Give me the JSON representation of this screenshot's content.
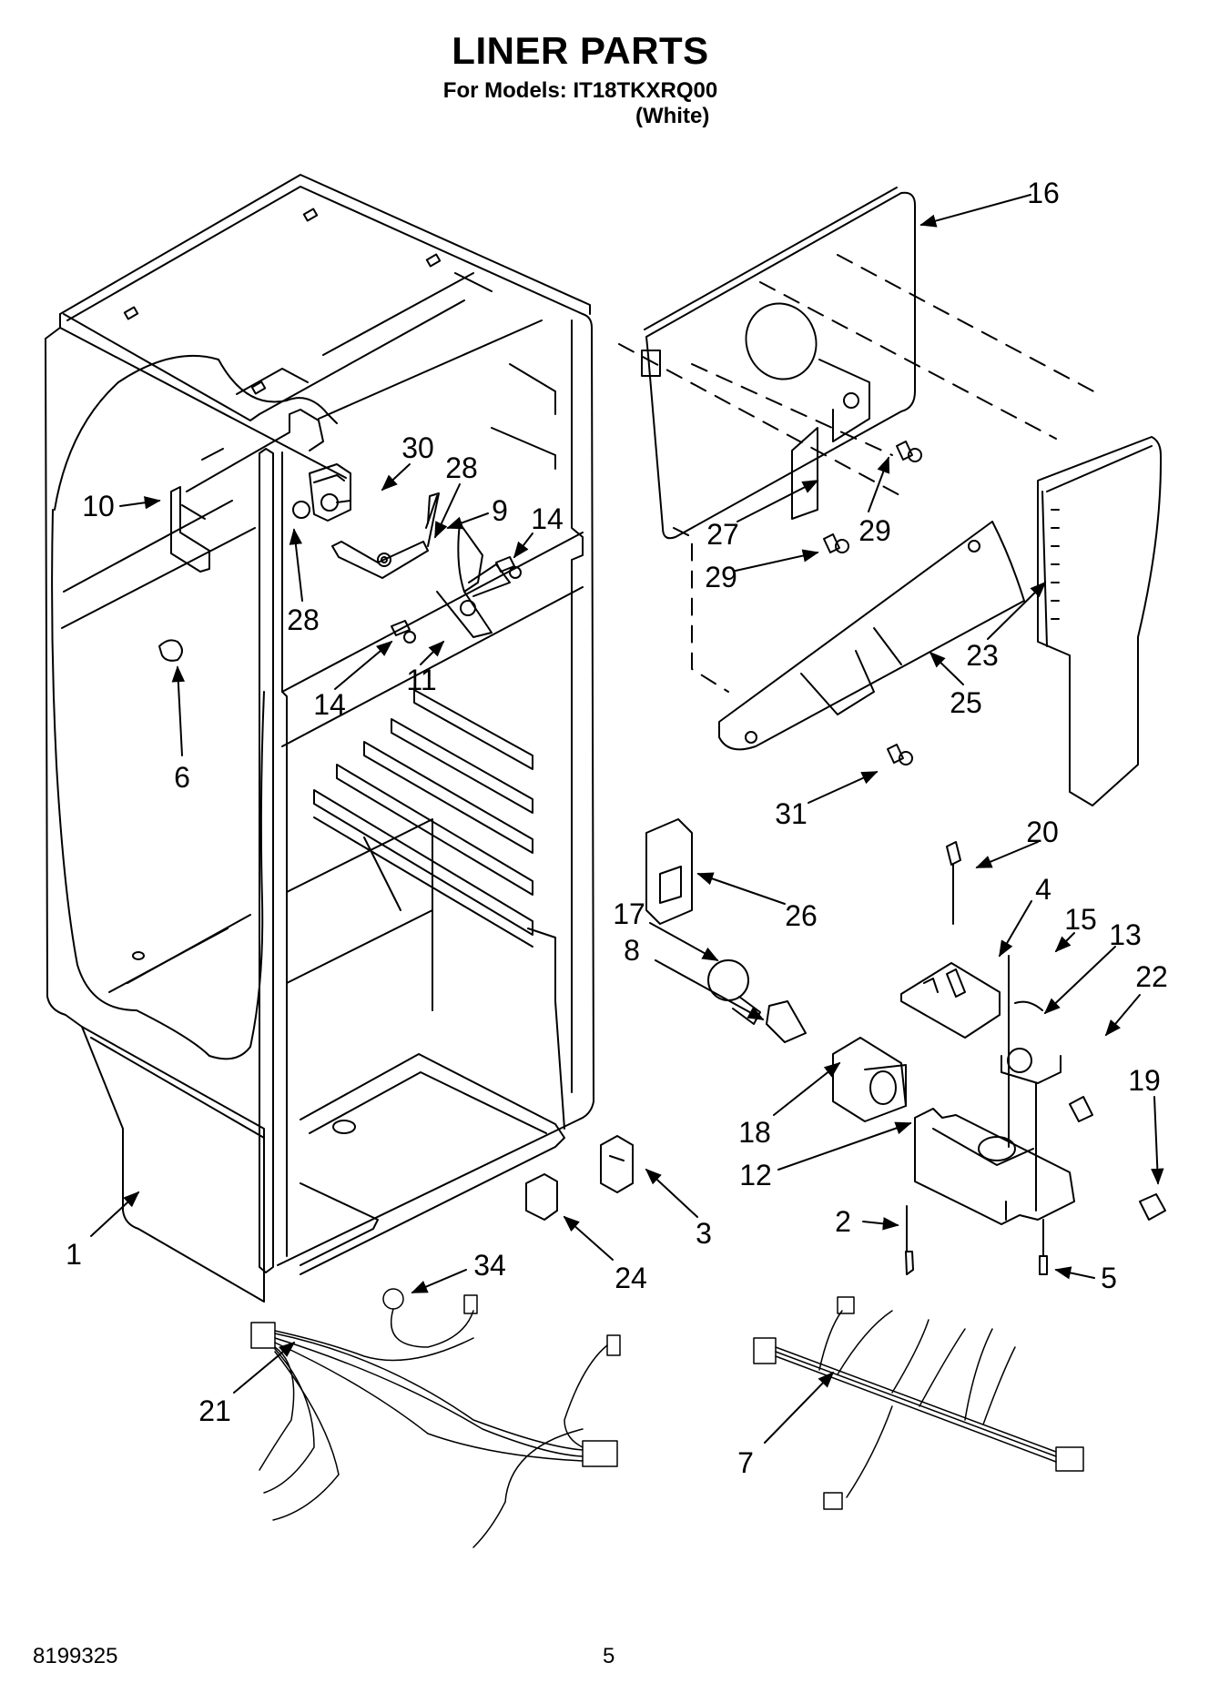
{
  "header": {
    "title": "LINER PARTS",
    "models_label": "For Models: IT18TKXRQ00",
    "variant": "(White)"
  },
  "diagram": {
    "type": "exploded parts diagram",
    "subject": "refrigerator liner parts",
    "callouts": [
      {
        "id": "1"
      },
      {
        "id": "2"
      },
      {
        "id": "3"
      },
      {
        "id": "4"
      },
      {
        "id": "5"
      },
      {
        "id": "6"
      },
      {
        "id": "7"
      },
      {
        "id": "8"
      },
      {
        "id": "9"
      },
      {
        "id": "10"
      },
      {
        "id": "11"
      },
      {
        "id": "12"
      },
      {
        "id": "13"
      },
      {
        "id": "14"
      },
      {
        "id": "14"
      },
      {
        "id": "15"
      },
      {
        "id": "16"
      },
      {
        "id": "17"
      },
      {
        "id": "18"
      },
      {
        "id": "19"
      },
      {
        "id": "20"
      },
      {
        "id": "21"
      },
      {
        "id": "22"
      },
      {
        "id": "23"
      },
      {
        "id": "24"
      },
      {
        "id": "25"
      },
      {
        "id": "26"
      },
      {
        "id": "27"
      },
      {
        "id": "28"
      },
      {
        "id": "28"
      },
      {
        "id": "29"
      },
      {
        "id": "29"
      },
      {
        "id": "30"
      },
      {
        "id": "31"
      },
      {
        "id": "34"
      }
    ]
  },
  "footer": {
    "document_number": "8199325",
    "page_number": "5"
  }
}
